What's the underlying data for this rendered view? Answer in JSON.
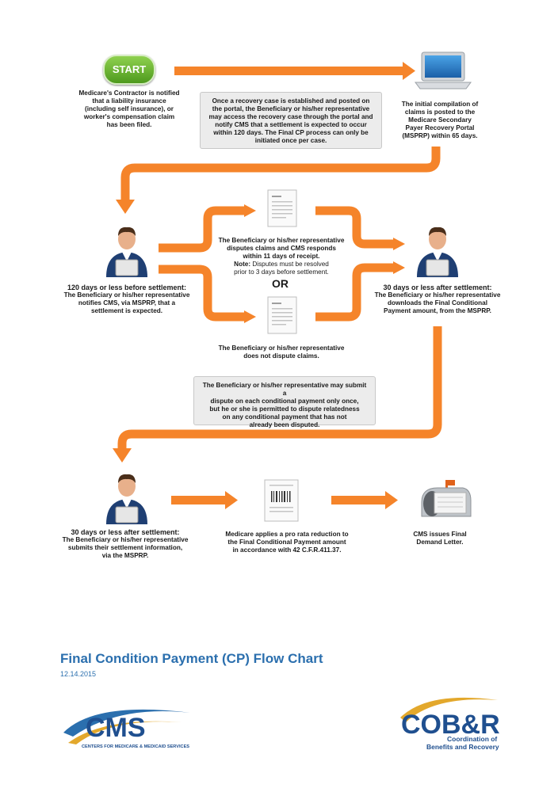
{
  "start_label": "START",
  "steps": {
    "s1": [
      "Medicare's Contractor is notified",
      "that a liability insurance",
      "(including self insurance), or",
      "worker's compensation claim",
      "has been filed."
    ],
    "note1": [
      "Once a recovery case is established and posted on",
      "the portal, the Beneficiary or his/her representative",
      "may access the recovery case through the portal and",
      "notify CMS that a settlement is expected to occur",
      "within 120 days. The Final CP process can only be",
      "initiated once per case."
    ],
    "s2": [
      "The initial compilation of",
      "claims is posted to the",
      "Medicare Secondary",
      "Payer Recovery Portal",
      "(MSPRP) within 65 days."
    ],
    "s3_head": "120 days or less before settlement:",
    "s3": [
      "The Beneficiary or his/her representative",
      "notifies CMS, via MSPRP, that a",
      "settlement is expected."
    ],
    "dispute": [
      "The Beneficiary or his/her representative",
      "disputes claims and CMS responds",
      "within 11 days of receipt."
    ],
    "dispute_note_label": "Note:",
    "dispute_note": [
      "Disputes must be resolved",
      "prior to 3 days before settlement."
    ],
    "or_label": "OR",
    "no_dispute": [
      "The Beneficiary or his/her representative",
      "does not dispute claims."
    ],
    "s4_head": "30 days or less after settlement:",
    "s4": [
      "The Beneficiary or his/her representative",
      "downloads the Final Conditional",
      "Payment amount, from the MSPRP."
    ],
    "note2": [
      "The Beneficiary or his/her representative may submit a",
      "dispute on each conditional payment only once,",
      "but he or she is permitted to dispute relatedness",
      "on any conditional payment that has not",
      "already been disputed."
    ],
    "s5_head": "30 days or less after settlement:",
    "s5": [
      "The Beneficiary or his/her representative",
      "submits their settlement information,",
      "via the MSPRP."
    ],
    "s6": [
      "Medicare applies a pro rata reduction to",
      "the Final Conditional Payment amount",
      "in accordance with 42 C.F.R.411.37."
    ],
    "s7": [
      "CMS issues Final",
      "Demand Letter."
    ]
  },
  "footer": {
    "title": "Final Condition Payment (CP) Flow Chart",
    "date": "12.14.2015",
    "cms_logo_text": "CMS",
    "cms_logo_sub": "CENTERS FOR MEDICARE & MEDICAID SERVICES",
    "cobr_logo_text": "COB&R",
    "cobr_logo_sub": [
      "Coordination of",
      "Benefits and Recovery"
    ]
  },
  "colors": {
    "arrow": "#f5842a",
    "title_blue": "#2b6fae",
    "start_green": "#5aa82a",
    "box_bg": "#ececec"
  }
}
